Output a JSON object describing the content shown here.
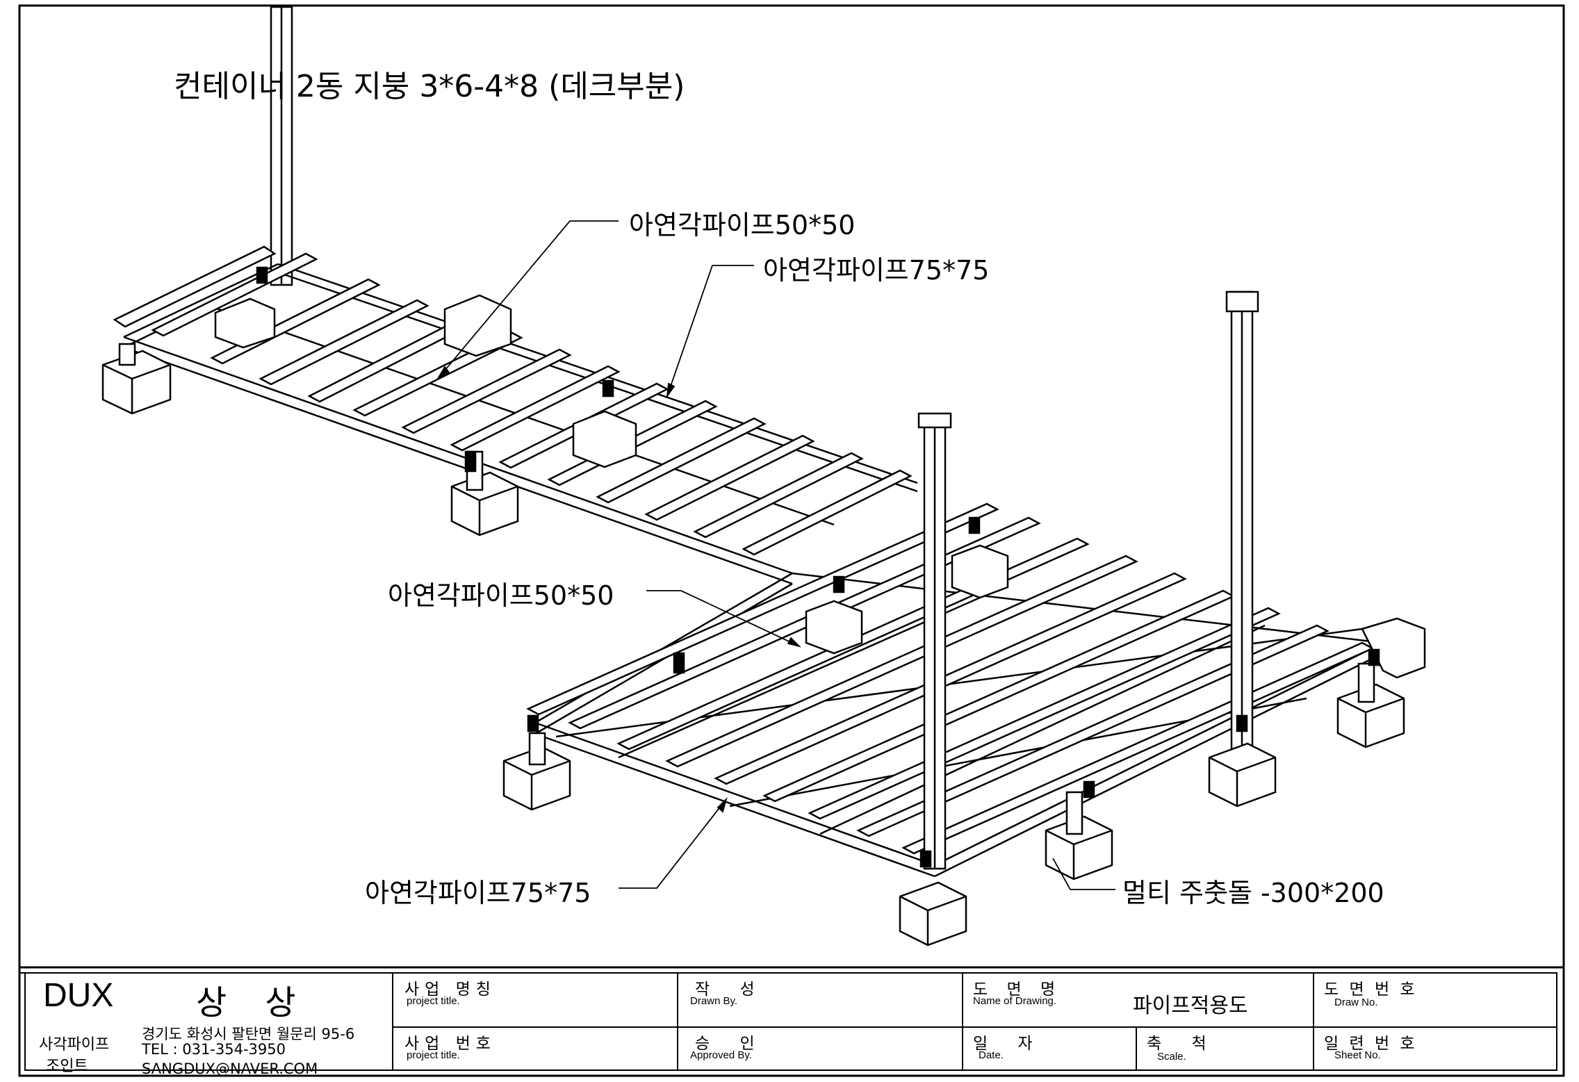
{
  "drawing": {
    "title": "컨테이너 2동 지붕 3*6-4*8 (데크부분)",
    "labels": {
      "pipe_50_top": "아연각파이프50*50",
      "pipe_75_top": "아연각파이프75*75",
      "pipe_50_mid": "아연각파이프50*50",
      "pipe_75_bottom": "아연각파이프75*75",
      "foundation": "멀티 주춧돌 -300*200"
    }
  },
  "title_block": {
    "brand": "DUX",
    "company": "상 상",
    "product_line1": "사각파이프",
    "product_line2": "조인트",
    "address": "경기도 화성시 팔탄면 월문리 95-6",
    "tel": "TEL : 031-354-3950",
    "email": "SANGDUX@NAVER.COM",
    "project_name": "사업 명칭",
    "project_name_en": "project title.",
    "project_no": "사업 번호",
    "project_no_en": "project title.",
    "drawn": "작 성",
    "drawn_en": "Drawn By.",
    "approved": "승 인",
    "approved_en": "Approved By.",
    "drawing_name": "도 면 명",
    "drawing_name_en": "Name of Drawing.",
    "drawing_name_value": "파이프적용도",
    "date": "일 자",
    "date_en": "Date.",
    "scale": "축 척",
    "scale_en": "Scale.",
    "drawing_no": "도 면 번 호",
    "drawing_no_en": "Draw No.",
    "sheet_no": "일 련 번 호",
    "sheet_no_en": "Sheet No."
  }
}
